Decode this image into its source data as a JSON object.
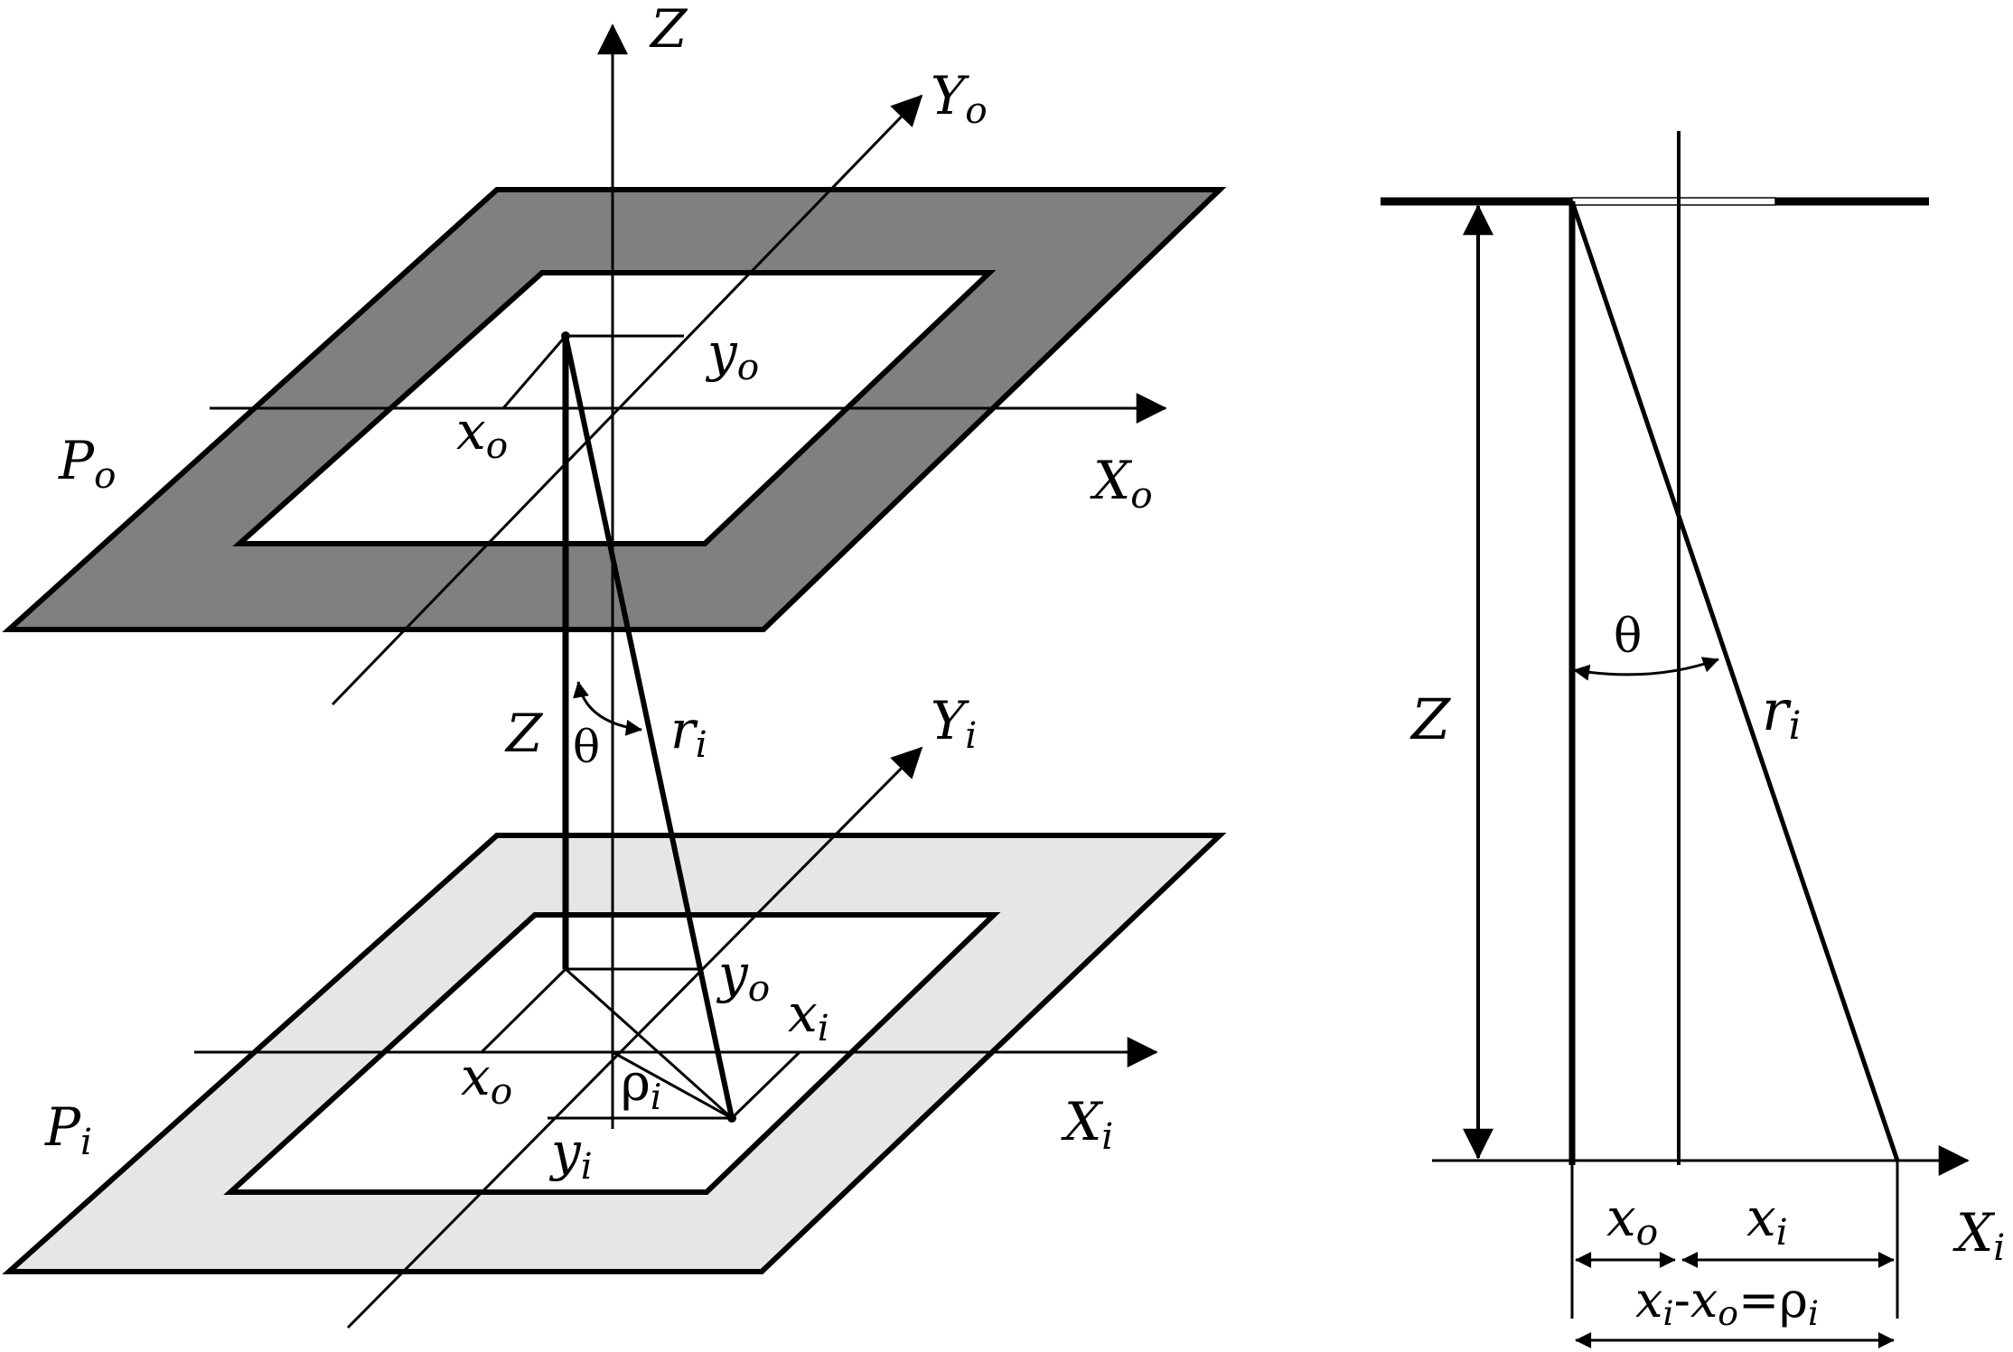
{
  "colors": {
    "stroke": "#000000",
    "object_plane_fill": "#808080",
    "image_plane_fill": "#e6e6e6",
    "background": "#ffffff"
  },
  "labels": {
    "Z_axis": "Z",
    "Yo_axis": {
      "base": "Y",
      "sub": "o"
    },
    "Xo_axis": {
      "base": "X",
      "sub": "o"
    },
    "Yi_axis": {
      "base": "Y",
      "sub": "i"
    },
    "Xi_axis": {
      "base": "X",
      "sub": "i"
    },
    "Po_plane": {
      "base": "P",
      "sub": "o"
    },
    "Pi_plane": {
      "base": "P",
      "sub": "i"
    },
    "yo_top": {
      "base": "y",
      "sub": "o"
    },
    "xo_top": {
      "base": "x",
      "sub": "o"
    },
    "Z_left": "Z",
    "theta_left": "θ",
    "ri_left": {
      "base": "r",
      "sub": "i"
    },
    "yo_bottom": {
      "base": "y",
      "sub": "o"
    },
    "xi_bottom": {
      "base": "x",
      "sub": "i"
    },
    "xo_bottom": {
      "base": "x",
      "sub": "o"
    },
    "rho_bottom": {
      "base": "ρ",
      "sub": "i"
    },
    "yi_bottom": {
      "base": "y",
      "sub": "i"
    },
    "Z_right": "Z",
    "theta_right": "θ",
    "ri_right": {
      "base": "r",
      "sub": "i"
    },
    "xo_right": {
      "base": "x",
      "sub": "o"
    },
    "xi_right": {
      "base": "x",
      "sub": "i"
    },
    "Xi_right_axis": {
      "base": "X",
      "sub": "i"
    },
    "formula": {
      "a": "x",
      "a_sub": "i",
      "minus": "-",
      "b": "x",
      "b_sub": "o",
      "eq": "=",
      "c": "ρ",
      "c_sub": "i"
    }
  }
}
